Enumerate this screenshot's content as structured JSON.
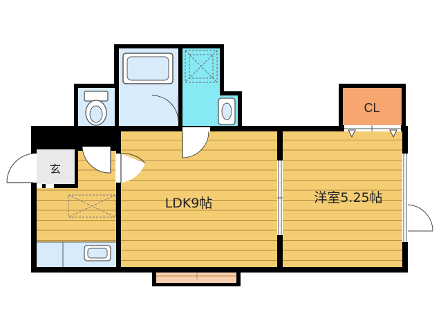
{
  "rooms": {
    "ldk": "LDK9帖",
    "western": "洋室5.25帖",
    "closet": "CL",
    "entrance": "玄"
  },
  "colors": {
    "wall": "#000000",
    "floor_wood": "#f4cd72",
    "floor_line": "#b58b3f",
    "wet_area": "#d8ebfb",
    "washroom": "#86e9f4",
    "closet": "#f6a66e",
    "entrance_floor": "#e9e9e9",
    "shoe_box": "#f08a4b",
    "balcony": "#f7cfb0"
  }
}
